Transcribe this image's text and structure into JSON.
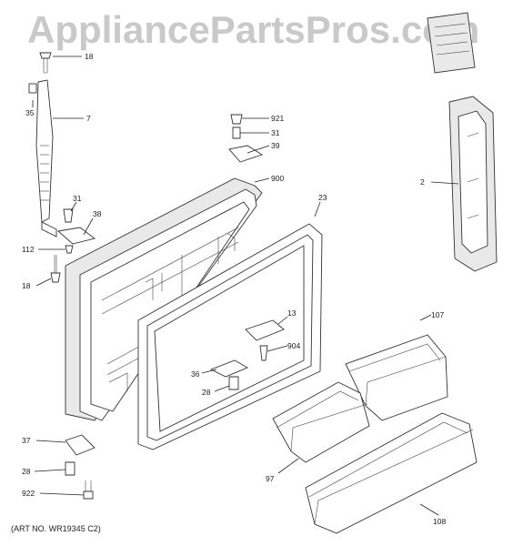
{
  "watermark": "AppliancePartsPros.com",
  "art_number": "(ART NO. WR19345 C2)",
  "callouts": {
    "c18a": "18",
    "c35": "35",
    "c7": "7",
    "c31a": "31",
    "c38": "38",
    "c112": "112",
    "c18b": "18",
    "c921": "921",
    "c31b": "31",
    "c39": "39",
    "c900": "900",
    "c23": "23",
    "c2": "2",
    "c13": "13",
    "c904": "904",
    "c36": "36",
    "c28a": "28",
    "c107": "107",
    "c37": "37",
    "c28b": "28",
    "c922": "922",
    "c97": "97",
    "c108": "108"
  }
}
